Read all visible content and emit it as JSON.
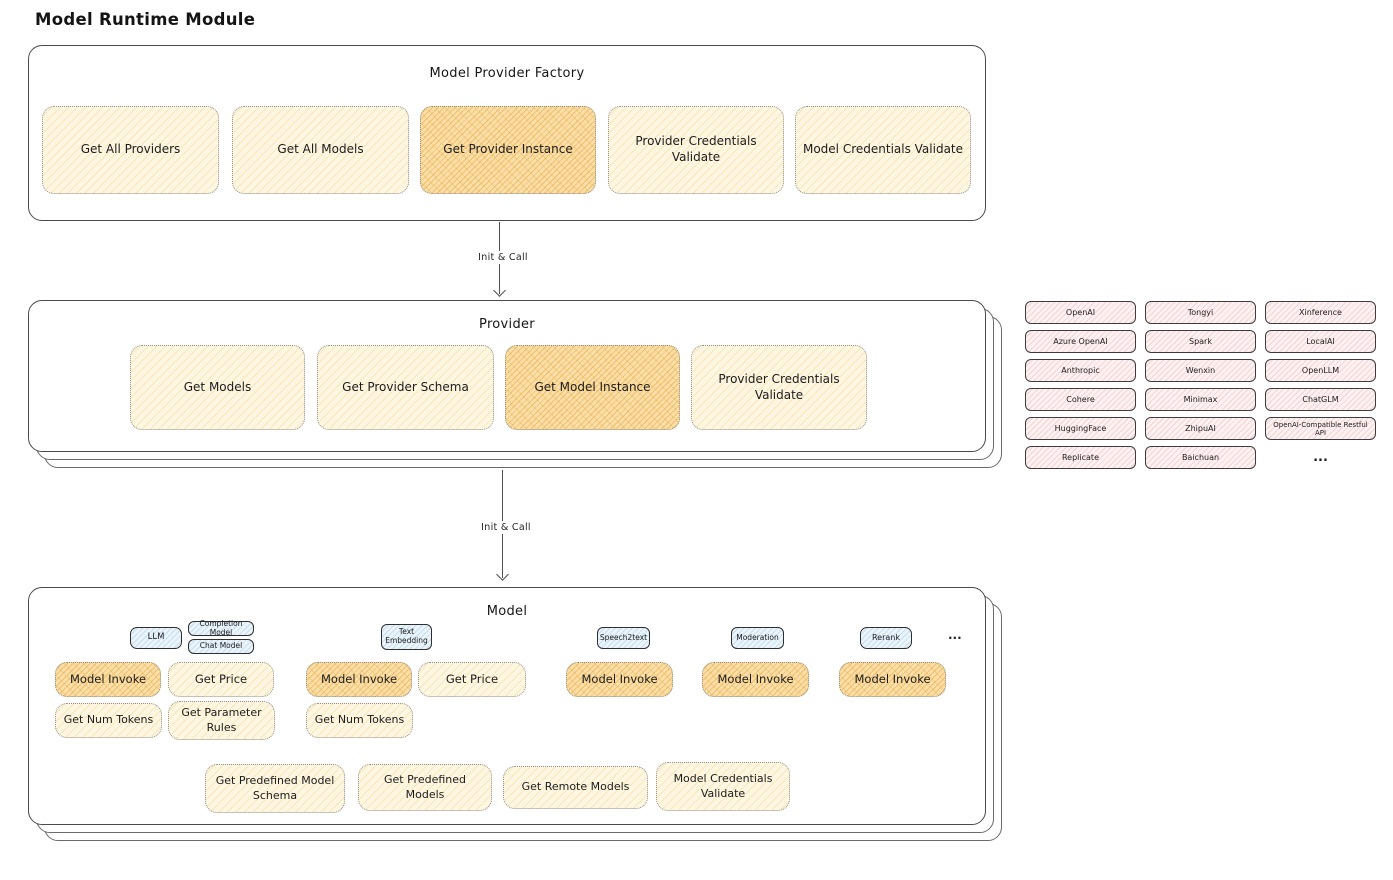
{
  "page_title": "Model Runtime Module",
  "arrows": {
    "init_call_1": "Init & Call",
    "init_call_2": "Init & Call"
  },
  "factory": {
    "title": "Model Provider Factory",
    "items": [
      {
        "label": "Get All Providers",
        "highlight": false
      },
      {
        "label": "Get All Models",
        "highlight": false
      },
      {
        "label": "Get Provider Instance",
        "highlight": true
      },
      {
        "label": "Provider Credentials Validate",
        "highlight": false
      },
      {
        "label": "Model Credentials Validate",
        "highlight": false
      }
    ]
  },
  "provider": {
    "title": "Provider",
    "items": [
      {
        "label": "Get Models",
        "highlight": false
      },
      {
        "label": "Get Provider Schema",
        "highlight": false
      },
      {
        "label": "Get Model Instance",
        "highlight": true
      },
      {
        "label": "Provider Credentials Validate",
        "highlight": false
      }
    ]
  },
  "providers_grid": {
    "items": [
      "OpenAI",
      "Tongyi",
      "Xinference",
      "Azure OpenAI",
      "Spark",
      "LocalAI",
      "Anthropic",
      "Wenxin",
      "OpenLLM",
      "Cohere",
      "Minimax",
      "ChatGLM",
      "HuggingFace",
      "ZhipuAI",
      "OpenAI-Compatible Restful API",
      "Replicate",
      "Baichuan"
    ],
    "more": "..."
  },
  "model": {
    "title": "Model",
    "tags": {
      "llm": "LLM",
      "completion_model": "Completion Model",
      "chat_model": "Chat Model",
      "text_embedding": "Text Embedding",
      "speech2text": "Speech2text",
      "moderation": "Moderation",
      "rerank": "Rerank",
      "more": "..."
    },
    "groups": {
      "llm": {
        "invoke": "Model Invoke",
        "price": "Get Price",
        "tokens": "Get Num Tokens",
        "rules": "Get Parameter Rules"
      },
      "embedding": {
        "invoke": "Model Invoke",
        "price": "Get Price",
        "tokens": "Get Num Tokens"
      },
      "speech2text": {
        "invoke": "Model Invoke"
      },
      "moderation": {
        "invoke": "Model Invoke"
      },
      "rerank": {
        "invoke": "Model Invoke"
      }
    },
    "bottom": [
      "Get Predefined Model Schema",
      "Get Predefined Models",
      "Get Remote Models",
      "Model Credentials Validate"
    ]
  },
  "colors": {
    "node_yellow": "#fdf7e1",
    "node_highlight_orange": "#fae0a8",
    "provider_chip_pink": "#fdf1f1",
    "tag_blue": "#eaf4fb",
    "stroke_dark": "#4a4a4a"
  }
}
